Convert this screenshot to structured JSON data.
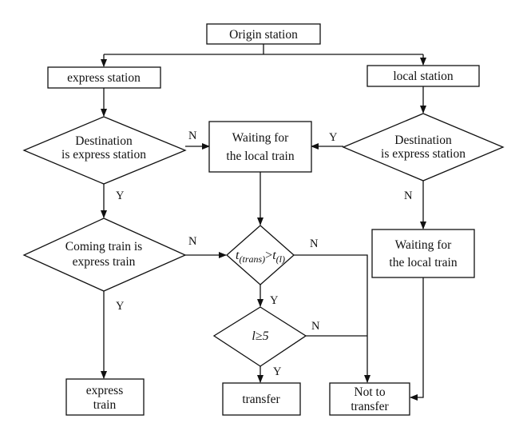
{
  "nodes": {
    "origin": "Origin station",
    "express_station": "express station",
    "local_station": "local station",
    "dest_express_left": [
      "Destination",
      "is express station"
    ],
    "dest_express_right": [
      "Destination",
      "is express station"
    ],
    "waiting_center": [
      "Waiting for",
      "the local train"
    ],
    "waiting_right": [
      "Waiting for",
      "the local train"
    ],
    "coming_train": [
      "Coming train is",
      "express train"
    ],
    "compare_time": {
      "lhs": "t",
      "lhs_sub": "(trans)",
      "op": ">",
      "rhs": "t",
      "rhs_sub": "(l)"
    },
    "check_l": {
      "var": "l",
      "op": "≥",
      "value": "5"
    },
    "express_train": [
      "express",
      "train"
    ],
    "transfer": "transfer",
    "not_transfer": [
      "Not to",
      "transfer"
    ]
  },
  "edge_labels": {
    "dest_left_no": "N",
    "dest_left_yes": "Y",
    "dest_right_yes": "Y",
    "dest_right_no": "N",
    "coming_no": "N",
    "coming_yes": "Y",
    "compare_no": "N",
    "compare_yes": "Y",
    "check_no": "N",
    "check_yes": "Y"
  }
}
